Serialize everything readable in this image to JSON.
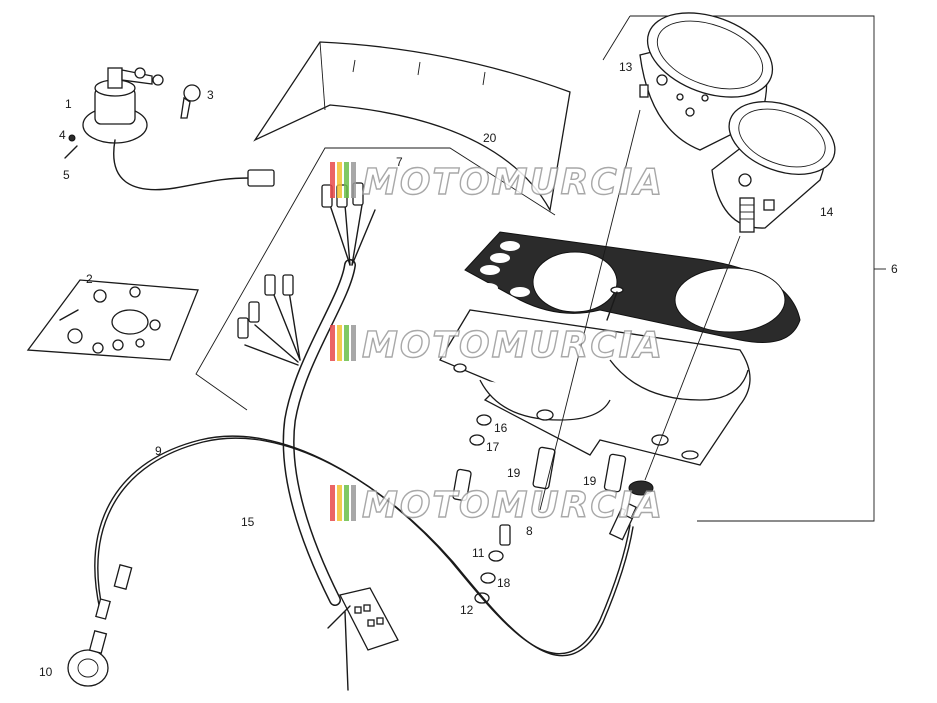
{
  "watermark": {
    "text": "MOTOMURCIA",
    "stripe_colors": [
      "#e84b4b",
      "#f2c230",
      "#6cc04a",
      "#9a9a9a"
    ]
  },
  "callouts": {
    "c1": "1",
    "c2": "2",
    "c3": "3",
    "c4": "4",
    "c5": "5",
    "c6": "6",
    "c7": "7",
    "c8": "8",
    "c9": "9",
    "c10": "10",
    "c11": "11",
    "c12": "12",
    "c13": "13",
    "c14": "14",
    "c15": "15",
    "c16": "16",
    "c17": "17",
    "c18": "18",
    "c19a": "19",
    "c19b": "19",
    "c20": "20"
  }
}
